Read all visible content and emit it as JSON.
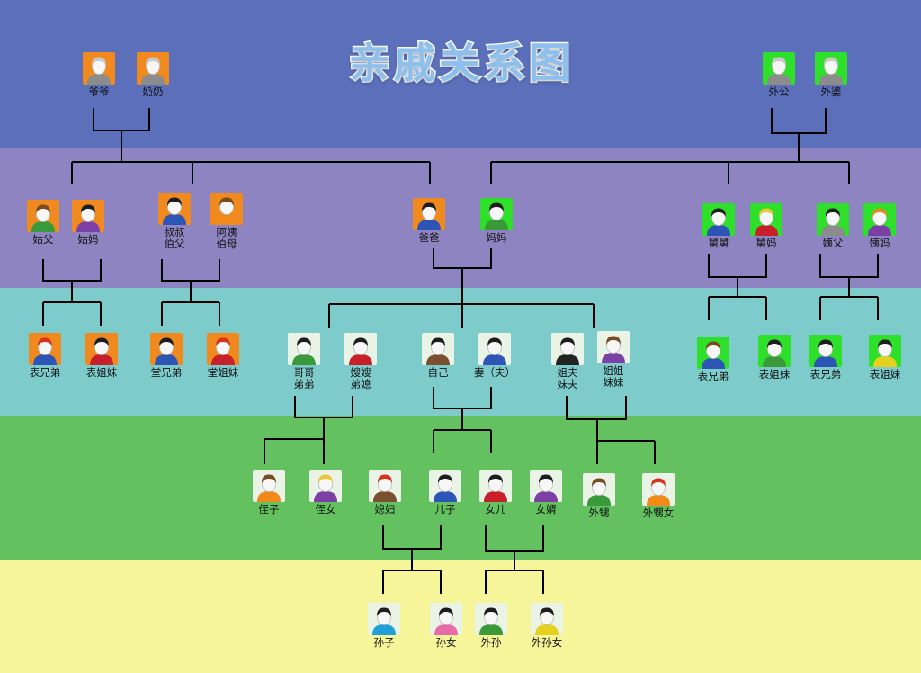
{
  "title": "亲戚关系图",
  "colors": {
    "band_1": "#5b6fba",
    "band_2": "#8f84c2",
    "band_3": "#7ecbcb",
    "band_4": "#63c15f",
    "band_5": "#f6f59a",
    "tile_orange": "#f0891e",
    "tile_green": "#2fe02a",
    "tile_light": "#e9f4e6",
    "line": "#000000"
  },
  "people": [
    {
      "id": "yeye",
      "lines": [
        "爷爷"
      ],
      "tile": "orange",
      "hair": "gray",
      "shirt": "gray"
    },
    {
      "id": "nainai",
      "lines": [
        "奶奶"
      ],
      "tile": "orange",
      "hair": "gray",
      "shirt": "gray"
    },
    {
      "id": "waigong",
      "lines": [
        "外公"
      ],
      "tile": "green",
      "hair": "gray",
      "shirt": "gray"
    },
    {
      "id": "waipo",
      "lines": [
        "外婆"
      ],
      "tile": "green",
      "hair": "gray",
      "shirt": "gray"
    },
    {
      "id": "gufu",
      "lines": [
        "姑父"
      ],
      "tile": "orange",
      "hair": "brown",
      "shirt": "green"
    },
    {
      "id": "gumu",
      "lines": [
        "姑妈"
      ],
      "tile": "orange",
      "hair": "black",
      "shirt": "purple"
    },
    {
      "id": "shushu",
      "lines": [
        "叔叔",
        "伯父"
      ],
      "tile": "orange",
      "hair": "black",
      "shirt": "blue"
    },
    {
      "id": "ayi",
      "lines": [
        "阿姨",
        "伯母"
      ],
      "tile": "orange",
      "hair": "brown",
      "shirt": "orange"
    },
    {
      "id": "baba",
      "lines": [
        "爸爸"
      ],
      "tile": "orange",
      "hair": "black",
      "shirt": "blue"
    },
    {
      "id": "mama",
      "lines": [
        "妈妈"
      ],
      "tile": "green",
      "hair": "black",
      "shirt": "green"
    },
    {
      "id": "jiujiu",
      "lines": [
        "舅舅"
      ],
      "tile": "green",
      "hair": "black",
      "shirt": "blue"
    },
    {
      "id": "jiuma",
      "lines": [
        "舅妈"
      ],
      "tile": "green",
      "hair": "yellow",
      "shirt": "red"
    },
    {
      "id": "yifu",
      "lines": [
        "姨父"
      ],
      "tile": "green",
      "hair": "black",
      "shirt": "gray"
    },
    {
      "id": "yima",
      "lines": [
        "姨妈"
      ],
      "tile": "green",
      "hair": "orange",
      "shirt": "purple"
    },
    {
      "id": "biaoxiongdi-1",
      "lines": [
        "表兄弟"
      ],
      "tile": "orange",
      "hair": "red",
      "shirt": "blue"
    },
    {
      "id": "biaojiemei-1",
      "lines": [
        "表姐妹"
      ],
      "tile": "orange",
      "hair": "black",
      "shirt": "red"
    },
    {
      "id": "tangxiongdi",
      "lines": [
        "堂兄弟"
      ],
      "tile": "orange",
      "hair": "black",
      "shirt": "blue"
    },
    {
      "id": "tangjiemei",
      "lines": [
        "堂姐妹"
      ],
      "tile": "orange",
      "hair": "red",
      "shirt": "red"
    },
    {
      "id": "gege",
      "lines": [
        "哥哥",
        "弟弟"
      ],
      "tile": "light",
      "hair": "black",
      "shirt": "green"
    },
    {
      "id": "saosao",
      "lines": [
        "嫂嫂",
        "弟媳"
      ],
      "tile": "light",
      "hair": "black",
      "shirt": "red"
    },
    {
      "id": "ziji",
      "lines": [
        "自己"
      ],
      "tile": "light",
      "hair": "black",
      "shirt": "brown"
    },
    {
      "id": "qi",
      "lines": [
        "妻（夫）"
      ],
      "tile": "light",
      "hair": "black",
      "shirt": "blue"
    },
    {
      "id": "jiefu",
      "lines": [
        "姐夫",
        "妹夫"
      ],
      "tile": "light",
      "hair": "black",
      "shirt": "black"
    },
    {
      "id": "jiejie",
      "lines": [
        "姐姐",
        "妹妹"
      ],
      "tile": "light",
      "hair": "brown",
      "shirt": "purple"
    },
    {
      "id": "biaoxiongdi-2",
      "lines": [
        "表兄弟"
      ],
      "tile": "green",
      "hair": "brown",
      "shirt": "blue"
    },
    {
      "id": "biaojiemei-2",
      "lines": [
        "表姐妹"
      ],
      "tile": "green",
      "hair": "black",
      "shirt": "green"
    },
    {
      "id": "biaoxiongdi-3",
      "lines": [
        "表兄弟"
      ],
      "tile": "green",
      "hair": "black",
      "shirt": "blue"
    },
    {
      "id": "biaojiemei-3",
      "lines": [
        "表姐妹"
      ],
      "tile": "green",
      "hair": "black",
      "shirt": "yellow"
    },
    {
      "id": "zhizi",
      "lines": [
        "侄子"
      ],
      "tile": "light",
      "hair": "brown",
      "shirt": "orange"
    },
    {
      "id": "zhinv",
      "lines": [
        "侄女"
      ],
      "tile": "light",
      "hair": "yellow",
      "shirt": "purple"
    },
    {
      "id": "xifu",
      "lines": [
        "媳妇"
      ],
      "tile": "light",
      "hair": "red",
      "shirt": "brown"
    },
    {
      "id": "erzi",
      "lines": [
        "儿子"
      ],
      "tile": "light",
      "hair": "black",
      "shirt": "blue"
    },
    {
      "id": "nver",
      "lines": [
        "女儿"
      ],
      "tile": "light",
      "hair": "black",
      "shirt": "red"
    },
    {
      "id": "nvxu",
      "lines": [
        "女婿"
      ],
      "tile": "light",
      "hair": "black",
      "shirt": "purple"
    },
    {
      "id": "waisheng",
      "lines": [
        "外甥"
      ],
      "tile": "light",
      "hair": "brown",
      "shirt": "green"
    },
    {
      "id": "waishengnv",
      "lines": [
        "外甥女"
      ],
      "tile": "light",
      "hair": "red",
      "shirt": "orange"
    },
    {
      "id": "sunzi",
      "lines": [
        "孙子"
      ],
      "tile": "light",
      "hair": "black",
      "shirt": "cyan"
    },
    {
      "id": "sunnv",
      "lines": [
        "孙女"
      ],
      "tile": "light",
      "hair": "black",
      "shirt": "pink"
    },
    {
      "id": "waisun",
      "lines": [
        "外孙"
      ],
      "tile": "light",
      "hair": "black",
      "shirt": "green"
    },
    {
      "id": "waisunnv",
      "lines": [
        "外孙女"
      ],
      "tile": "light",
      "hair": "black",
      "shirt": "yellow"
    }
  ]
}
